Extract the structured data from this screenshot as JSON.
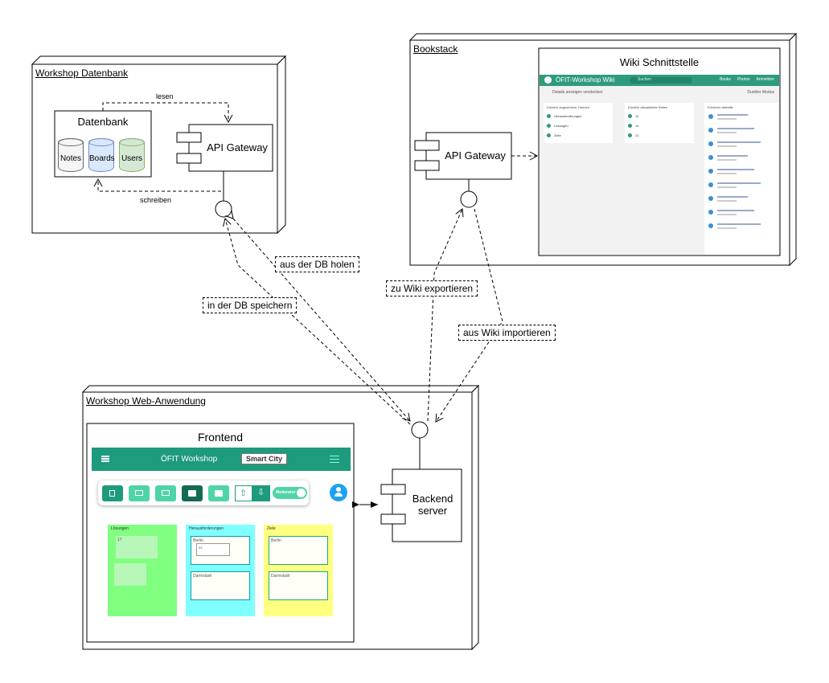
{
  "nodes": {
    "db_node": "Workshop Datenbank",
    "bookstack_node": "Bookstack",
    "web_node": "Workshop Web-Anwendung"
  },
  "database": {
    "title": "Datenbank",
    "tables": [
      "Notes",
      "Boards",
      "Users"
    ],
    "table_colors": [
      "#f5f5f5",
      "#dae8fc",
      "#d5e8d4"
    ],
    "table_borders": [
      "#666666",
      "#6c8ebf",
      "#82b366"
    ]
  },
  "components": {
    "api_gateway_db": "API Gateway",
    "api_gateway_wiki": "API Gateway",
    "backend": "Backend server"
  },
  "edges": {
    "lesen": "lesen",
    "schreiben": "schreiben",
    "aus_db": "aus der DB holen",
    "in_db": "in der DB speichern",
    "zu_wiki": "zu Wiki exportieren",
    "aus_wiki": "aus Wiki importieren"
  },
  "wiki": {
    "title": "Wiki Schnittstelle",
    "app_name": "ÖFIT-Workshop Wiki",
    "search": "Suchen",
    "nav": [
      "Books",
      "Photos",
      "Anmelden"
    ],
    "toolbar_left": "Details anzeigen verstecken",
    "toolbar_right": "Dunkler Modus",
    "col1_title": "Kürzlich angesehene Themen",
    "col1_items": [
      "Herausforderungen",
      "Lösungen",
      "Ziele"
    ],
    "col2_title": "Kürzlich aktualisierte Seiten",
    "col2_items": [
      "12",
      "10",
      "21"
    ],
    "col3_title": "Kürzliche Aktivität",
    "activity_count": 9,
    "accent": "#2e9b7f"
  },
  "frontend": {
    "title": "Frontend",
    "app_title": "ÖFIT Workshop",
    "badge": "Smart City",
    "toggle_label": "Moderator",
    "accent": "#1e9a7c",
    "boards": [
      {
        "name": "Lösungen",
        "color": "#80ff80",
        "items": [
          "17",
          ""
        ]
      },
      {
        "name": "Herausforderungen",
        "color": "#80ffff",
        "items": [
          "Berlin",
          "Darmstadt"
        ],
        "sub": "33"
      },
      {
        "name": "Ziele",
        "color": "#ffff80",
        "items": [
          "Berlin",
          "Darmstadt"
        ]
      }
    ]
  }
}
